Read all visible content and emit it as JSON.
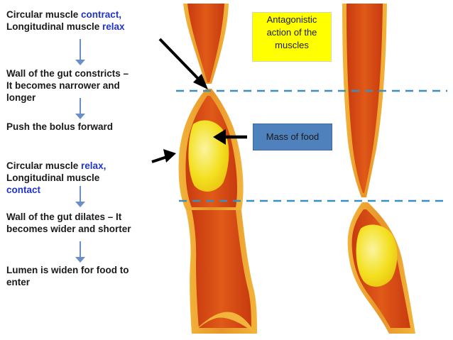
{
  "colors": {
    "wall_outer": "#e8a02a",
    "wall_inner": "#d84a12",
    "food": "#f4e020",
    "food_light": "#f8f090",
    "guide_line": "#3a8fc0",
    "arrow_blue": "#6a8fc8",
    "callout_yellow": "#ffff00",
    "callout_blue": "#4f81bd",
    "text_blue": "#2233cc"
  },
  "steps": [
    {
      "lines": [
        [
          {
            "text": "Circular muscle ",
            "blue": false
          },
          {
            "text": "contract,",
            "blue": true
          }
        ],
        [
          {
            "text": "Longitudinal muscle ",
            "blue": false
          },
          {
            "text": "relax",
            "blue": true
          }
        ]
      ]
    },
    {
      "lines": [
        [
          {
            "text": "Wall of the gut constricts –",
            "blue": false
          }
        ],
        [
          {
            "text": "It becomes narrower and",
            "blue": false
          }
        ],
        [
          {
            "text": "longer",
            "blue": false
          }
        ]
      ]
    },
    {
      "lines": [
        [
          {
            "text": "Push the bolus forward",
            "blue": false
          }
        ]
      ]
    },
    {
      "lines": [
        [
          {
            "text": "Circular muscle ",
            "blue": false
          },
          {
            "text": "relax,",
            "blue": true
          }
        ],
        [
          {
            "text": "Longitudinal muscle",
            "blue": false
          }
        ],
        [
          {
            "text": "contact",
            "blue": true
          }
        ]
      ]
    },
    {
      "lines": [
        [
          {
            "text": "Wall of the gut dilates – It",
            "blue": false
          }
        ],
        [
          {
            "text": "becomes wider and shorter",
            "blue": false
          }
        ]
      ]
    },
    {
      "lines": [
        [
          {
            "text": "Lumen is widen for food to",
            "blue": false
          }
        ],
        [
          {
            "text": "enter",
            "blue": false
          }
        ]
      ]
    }
  ],
  "callouts": {
    "antagonistic": [
      "Antagonistic",
      "action of the",
      "muscles"
    ],
    "food": "Mass of food"
  },
  "icons": {
    "flow_arrow": "blue-down-arrow-icon",
    "pointer_arrow": "black-pointer-arrow-icon"
  }
}
